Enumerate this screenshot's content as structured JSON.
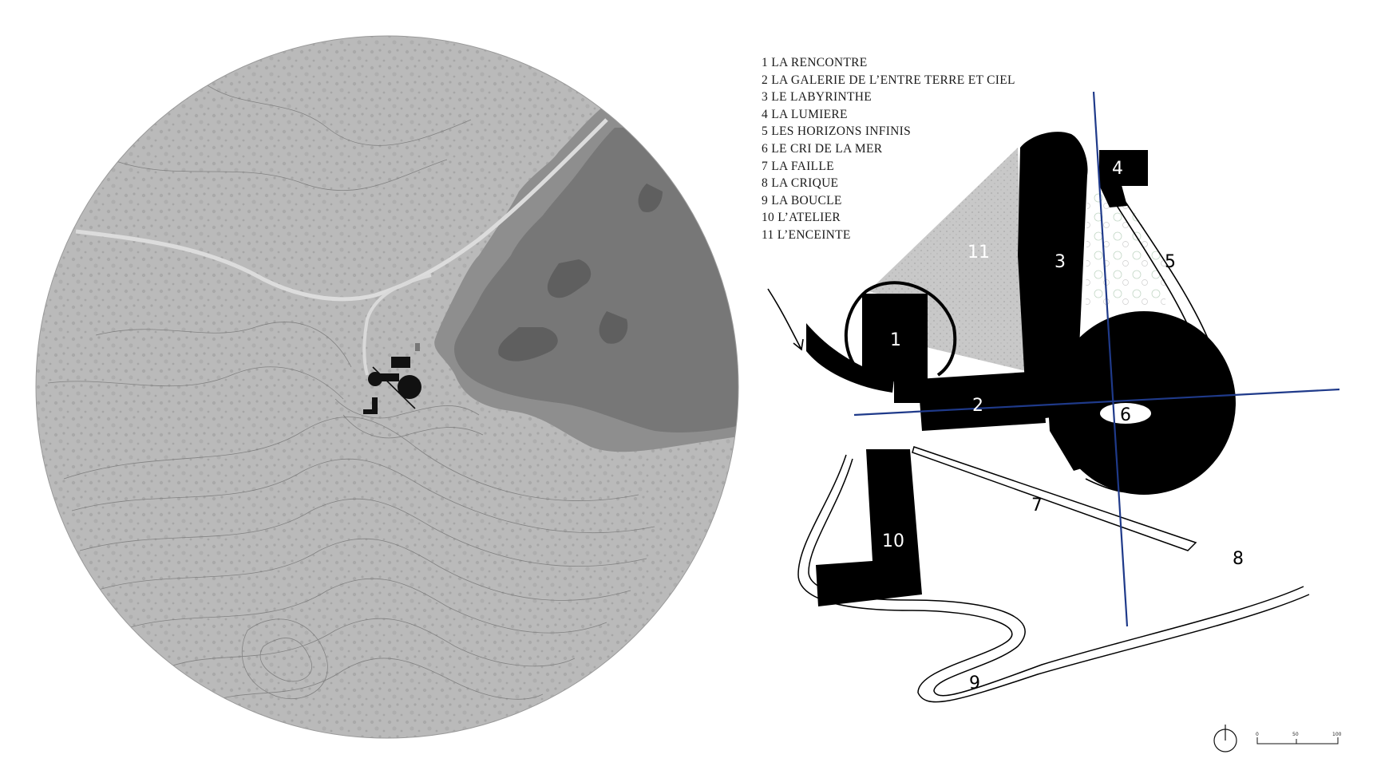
{
  "legend": [
    {
      "num": "1",
      "label": "LA RENCONTRE"
    },
    {
      "num": "2",
      "label": "LA GALERIE DE L’ENTRE TERRE ET CIEL"
    },
    {
      "num": "3",
      "label": "LE LABYRINTHE"
    },
    {
      "num": "4",
      "label": "LA LUMIERE"
    },
    {
      "num": "5",
      "label": "LES HORIZONS INFINIS"
    },
    {
      "num": "6",
      "label": "LE CRI DE LA MER"
    },
    {
      "num": "7",
      "label": "LA FAILLE"
    },
    {
      "num": "8",
      "label": "LA CRIQUE"
    },
    {
      "num": "9",
      "label": "LA BOUCLE"
    },
    {
      "num": "10",
      "label": "L’ATELIER"
    },
    {
      "num": "11",
      "label": "L’ENCEINTE"
    }
  ],
  "plan_labels": {
    "n1": "1",
    "n2": "2",
    "n3": "3",
    "n4": "4",
    "n5": "5",
    "n6": "6",
    "n7": "7",
    "n8": "8",
    "n9": "9",
    "n10": "10",
    "n11": "11"
  },
  "scale_bar": {
    "t0": "0",
    "t1": "50",
    "t2": "100"
  },
  "colors": {
    "land": "#b8b8b8",
    "sea_light": "#8f8f8f",
    "sea_mid": "#7a7a7a",
    "sea_dark": "#5c5c5c",
    "building": "#000000",
    "axis": "#1f3a8a",
    "hatch_fill": "#c9c9c9"
  },
  "icons": [
    "north-arrow-icon",
    "entry-arrow-icon"
  ]
}
